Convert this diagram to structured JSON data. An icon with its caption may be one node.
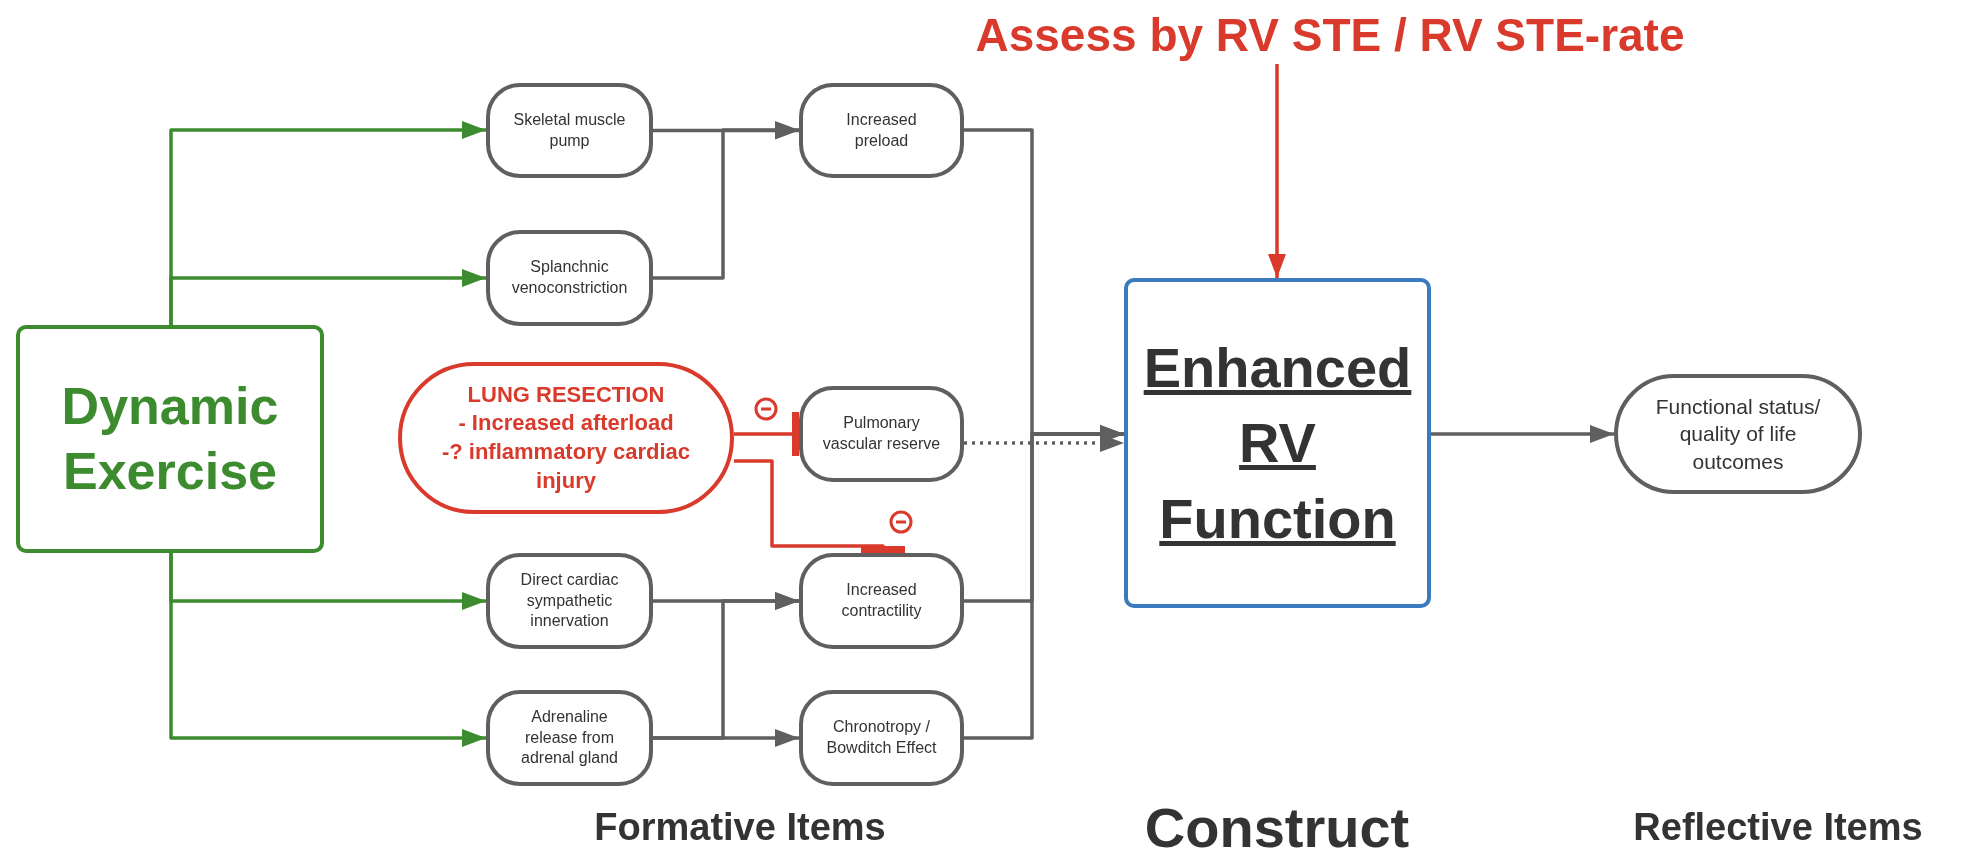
{
  "diagram": {
    "nodes": [
      {
        "text": [
          "Dynamic Exercise"
        ]
      },
      {
        "text": [
          "Skeletal muscle pump"
        ]
      },
      {
        "text": [
          "Splanchnic venoconstriction"
        ]
      },
      {
        "text": [
          "LUNG RESECTION",
          "- Increased afterload",
          "-? inflammatory cardiac injury"
        ]
      },
      {
        "text": [
          "Pulmonary vascular reserve"
        ]
      },
      {
        "text": [
          "Direct cardiac sympathetic innervation"
        ]
      },
      {
        "text": [
          "Adrenaline release from adrenal gland"
        ]
      },
      {
        "text": [
          "Increased preload"
        ]
      },
      {
        "text": [
          "Increased contractility"
        ]
      },
      {
        "text": [
          "Chronotropy / Bowditch Effect"
        ]
      },
      {
        "text": [
          "Enhanced RV Function"
        ]
      },
      {
        "text": [
          "Functional status/ quality of life outcomes"
        ]
      },
      {
        "text": [
          "Assess by RV STE / RV STE-rate"
        ]
      }
    ],
    "edges": [
      {
        "from": 0,
        "to": 1,
        "arrow": "to",
        "color": "#3d8b2f"
      },
      {
        "from": 0,
        "to": 2,
        "arrow": "to",
        "color": "#3d8b2f"
      },
      {
        "from": 0,
        "to": 5,
        "arrow": "to",
        "color": "#3d8b2f"
      },
      {
        "from": 0,
        "to": 6,
        "arrow": "to",
        "color": "#3d8b2f"
      },
      {
        "from": 1,
        "to": 7,
        "arrow": "to"
      },
      {
        "from": 2,
        "to": 7,
        "arrow": "to"
      },
      {
        "from": 3,
        "to": 4,
        "arrow": "other",
        "color": "#d93a2b"
      },
      {
        "from": 3,
        "to": 8,
        "arrow": "other",
        "color": "#d93a2b"
      },
      {
        "from": 4,
        "to": 10,
        "arrow": "to",
        "style": "dashed"
      },
      {
        "from": 5,
        "to": 8,
        "arrow": "to"
      },
      {
        "from": 6,
        "to": 8,
        "arrow": "to"
      },
      {
        "from": 6,
        "to": 9,
        "arrow": "to"
      },
      {
        "from": 7,
        "to": 10,
        "arrow": "to"
      },
      {
        "from": 8,
        "to": 10,
        "arrow": "to"
      },
      {
        "from": 9,
        "to": 10,
        "arrow": "to"
      },
      {
        "from": 10,
        "to": 11,
        "arrow": "to"
      },
      {
        "from": 12,
        "to": 10,
        "arrow": "to",
        "color": "#d93a2b"
      }
    ],
    "labels": [
      "Formative Items",
      "Construct",
      "Reflective Items"
    ]
  }
}
